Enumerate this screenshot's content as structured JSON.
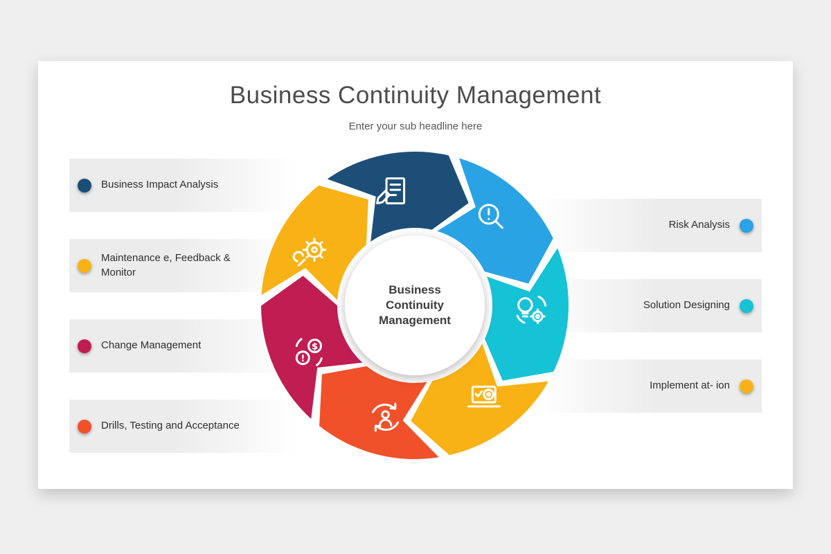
{
  "header": {
    "title": "Business Continuity Management",
    "subtitle": "Enter your sub headline here"
  },
  "center": {
    "lines": [
      "Business",
      "Continuity",
      "Management"
    ]
  },
  "left_items": [
    {
      "label": "Business Impact Analysis",
      "color": "#1c4e78"
    },
    {
      "label": "Maintenance e, Feedback & Monitor",
      "color": "#f9b215"
    },
    {
      "label": "Change Management",
      "color": "#c01d52"
    },
    {
      "label": "Drills, Testing and Acceptance",
      "color": "#f0512a"
    }
  ],
  "right_items": [
    {
      "label": "Risk Analysis",
      "color": "#2aa3e4"
    },
    {
      "label": "Solution Designing",
      "color": "#16c2d6"
    },
    {
      "label": "Implement at- ion",
      "color": "#f9b215"
    }
  ],
  "wheel": {
    "segments": [
      {
        "name": "business-impact-analysis",
        "color": "#1c4e78",
        "icon": "document-pencil-icon"
      },
      {
        "name": "risk-analysis",
        "color": "#2aa3e4",
        "icon": "magnifier-alert-icon"
      },
      {
        "name": "solution-designing",
        "color": "#16c2d6",
        "icon": "bulb-gear-icon"
      },
      {
        "name": "implementation",
        "color": "#f9b215",
        "icon": "laptop-gear-icon"
      },
      {
        "name": "drills-testing-acceptance",
        "color": "#f0512a",
        "icon": "people-sync-icon"
      },
      {
        "name": "change-management",
        "color": "#c01d52",
        "icon": "money-gear-icon"
      },
      {
        "name": "maintenance-feedback-monitor",
        "color": "#f9b215",
        "icon": "gear-wrench-icon"
      }
    ]
  }
}
